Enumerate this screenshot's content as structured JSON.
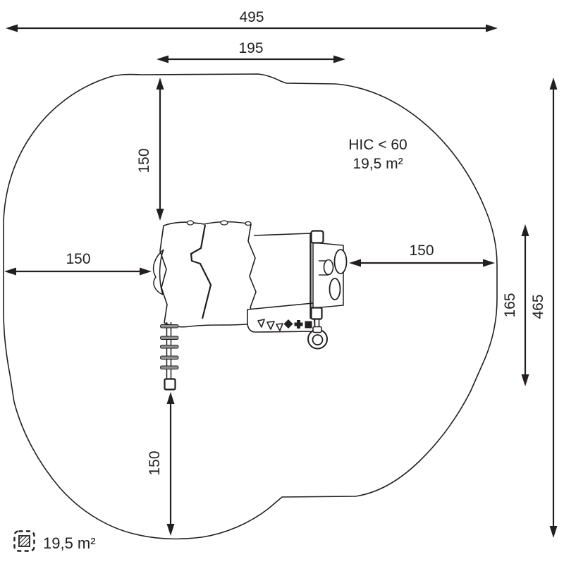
{
  "page": {
    "background": "#ffffff",
    "line_color": "#231f20"
  },
  "dimensions": {
    "total_width": "495",
    "inner_width": "195",
    "top_offset": "150",
    "left_offset": "150",
    "right_offset": "150",
    "equipment_depth": "165",
    "total_depth": "465",
    "bottom_offset": "150"
  },
  "labels": {
    "hic": "HIC < 60",
    "area": "19,5 m²"
  },
  "legend": {
    "area_value": "19,5 m²"
  }
}
